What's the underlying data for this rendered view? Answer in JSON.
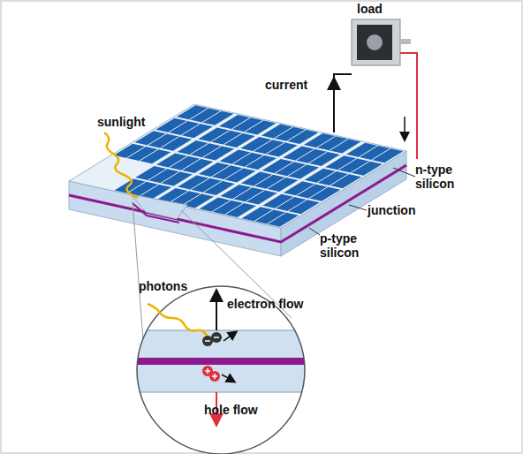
{
  "diagram": {
    "nodes": [
      {
        "text": [
          "photons",
          "electron flow",
          "hole flow"
        ]
      }
    ],
    "labels": [
      "load",
      "current",
      "sunlight",
      "n-type silicon",
      "junction",
      "p-type silicon"
    ]
  }
}
